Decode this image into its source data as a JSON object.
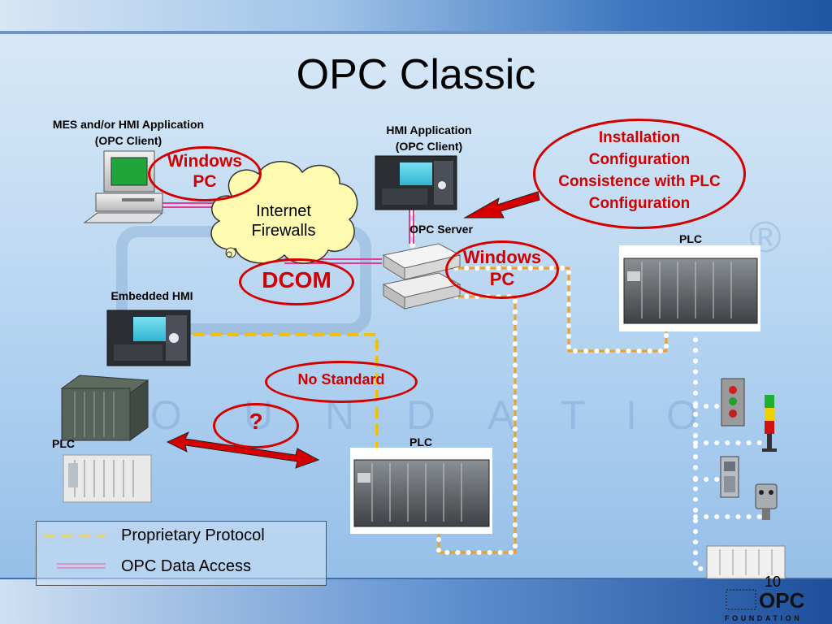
{
  "slide": {
    "title": "OPC Classic",
    "page_number": "10"
  },
  "labels": {
    "mes_hmi_line1": "MES and/or HMI Application",
    "mes_hmi_line2": "(OPC Client)",
    "hmi_app_line1": "HMI Application",
    "hmi_app_line2": "(OPC Client)",
    "opc_server": "OPC Server",
    "embedded_hmi": "Embedded HMI",
    "plc_left": "PLC",
    "plc_center": "PLC",
    "plc_right": "PLC"
  },
  "callouts": {
    "windows_pc_left": [
      "Windows",
      "PC"
    ],
    "windows_pc_right": [
      "Windows",
      "PC"
    ],
    "internet_firewalls": [
      "Internet",
      "Firewalls"
    ],
    "dcom": "DCOM",
    "installation": [
      "Installation",
      "Configuration",
      "Consistence with PLC",
      "Configuration"
    ],
    "no_standard": "No Standard",
    "question": "?"
  },
  "legend": {
    "proprietary": "Proprietary Protocol",
    "opc_da": "OPC Data Access"
  },
  "watermark": {
    "letters": [
      "O",
      "U",
      "N",
      "D",
      "A",
      "T",
      "I",
      "O"
    ],
    "registered": "®"
  },
  "brand": {
    "logo_text": "OPC",
    "foundation": "FOUNDATION"
  },
  "colors": {
    "accent_red": "#d40000",
    "proprietary_line": "#f2c200",
    "opc_line": "#e23a8f"
  }
}
